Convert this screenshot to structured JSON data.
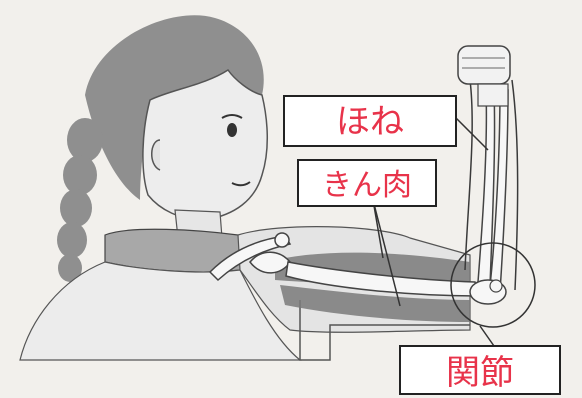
{
  "labels": {
    "bone": "ほね",
    "muscle": "きん肉",
    "joint": "関節"
  },
  "colors": {
    "answer_text": "#e8334a",
    "figure_gray": "#b8b8b8",
    "hair_gray": "#8f8f8f"
  }
}
